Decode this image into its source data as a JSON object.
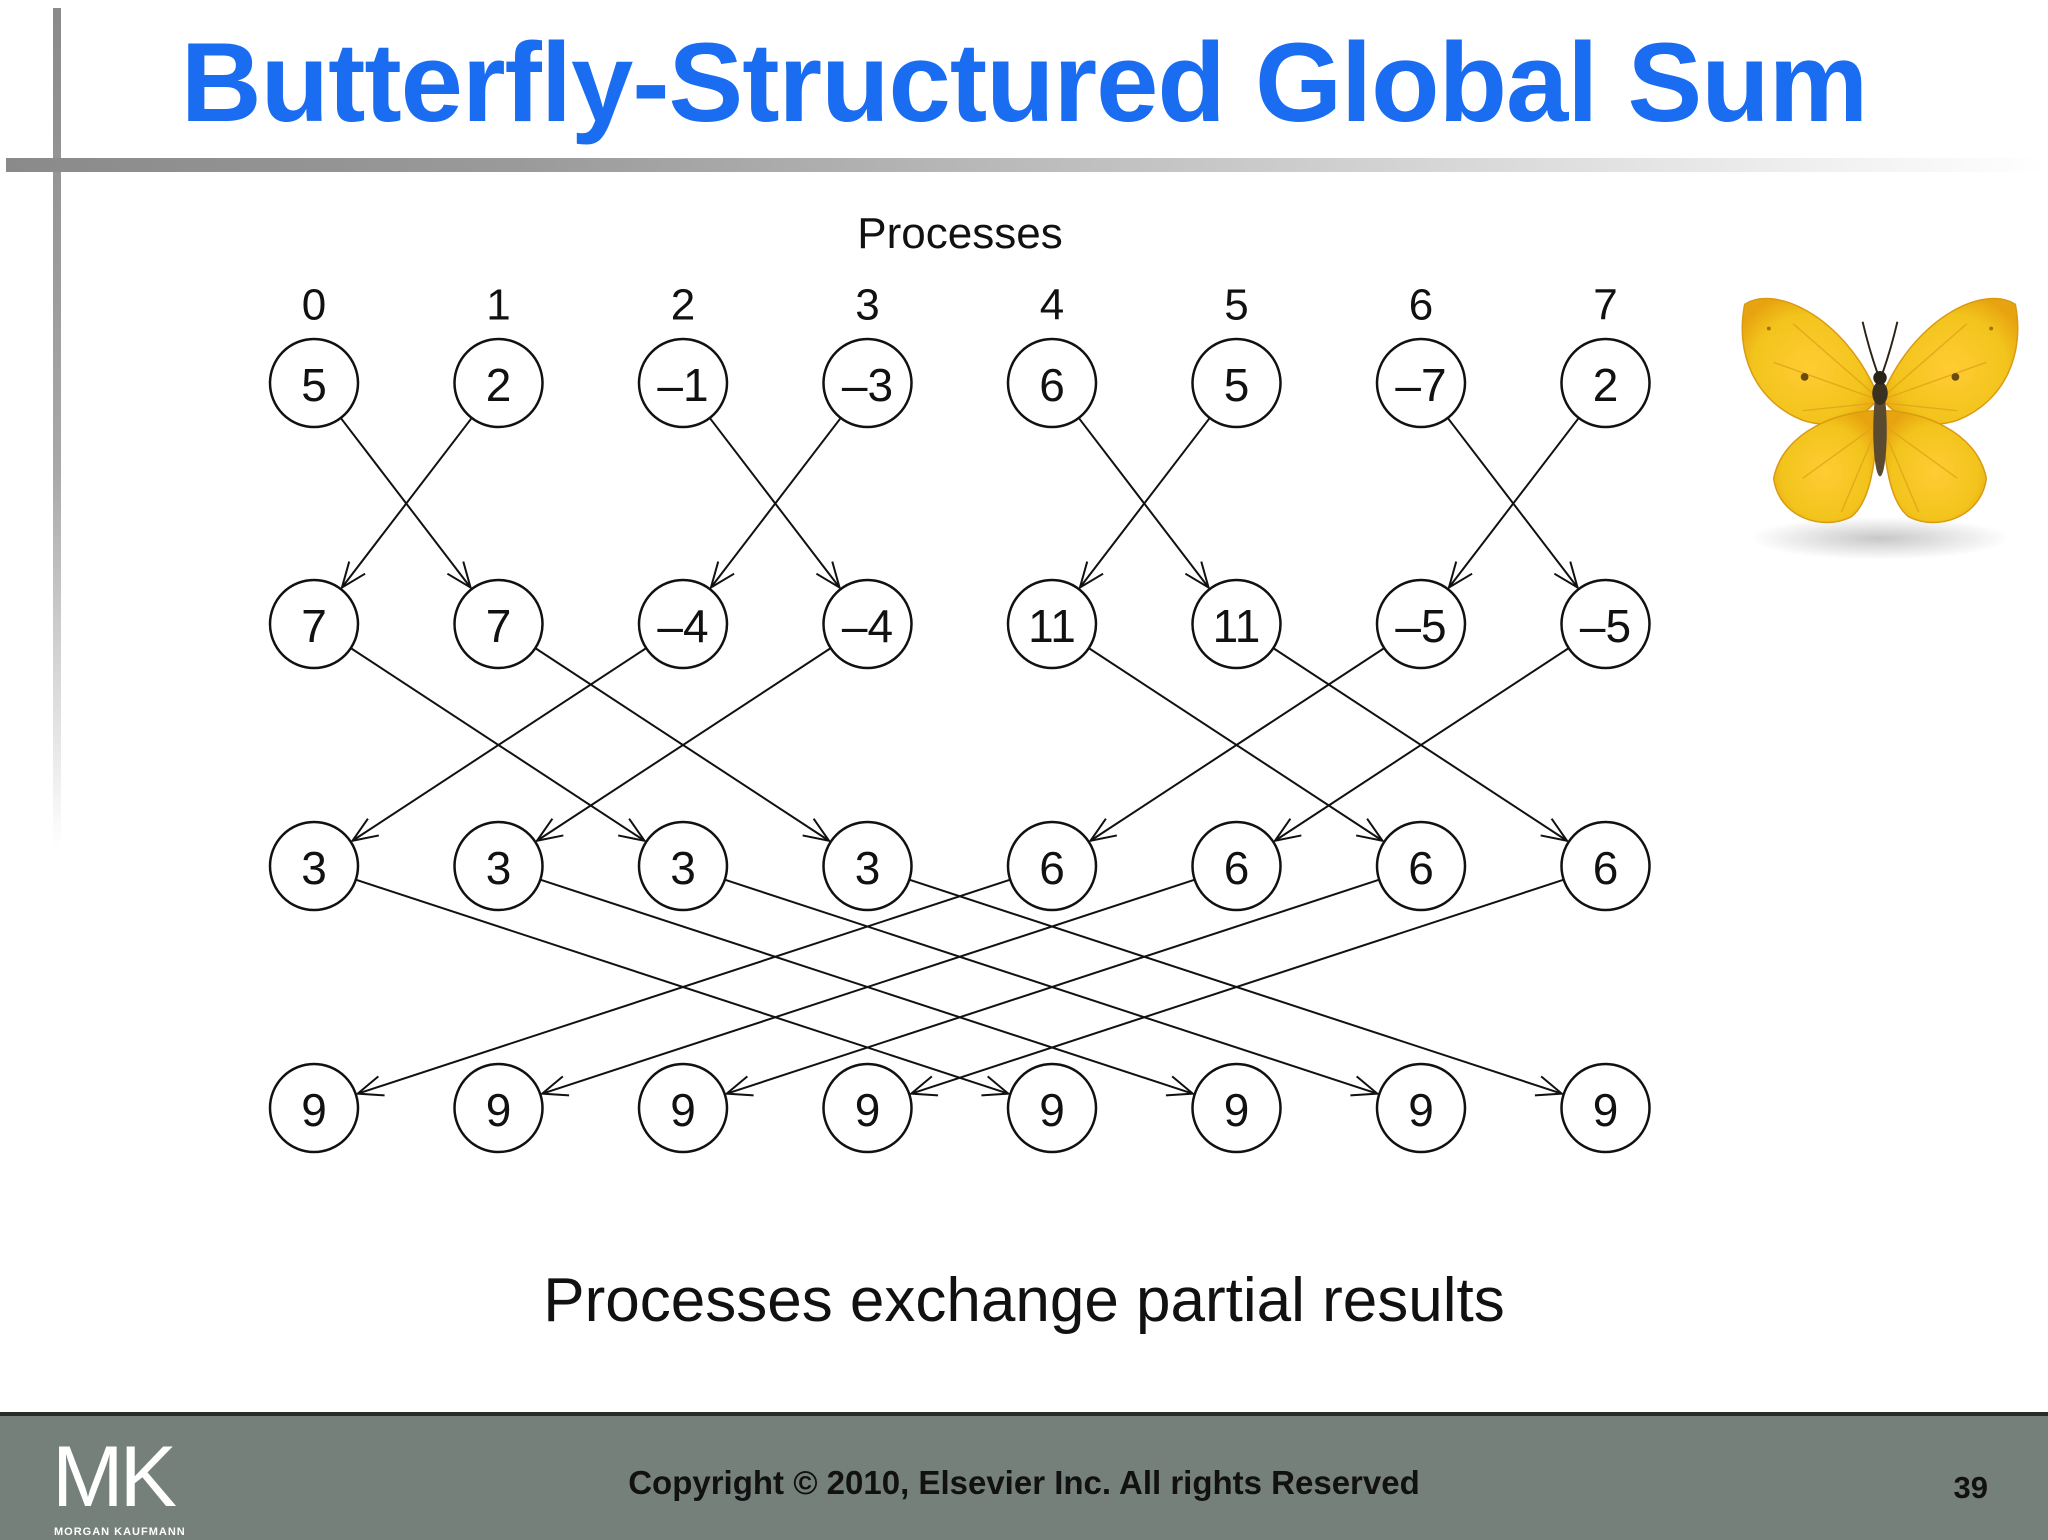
{
  "slide": {
    "title": "Butterfly-Structured Global Sum",
    "caption": "Processes exchange partial results"
  },
  "diagram": {
    "axis_label": "Processes",
    "process_ids": [
      "0",
      "1",
      "2",
      "3",
      "4",
      "5",
      "6",
      "7"
    ],
    "stages": [
      [
        "5",
        "2",
        "–1",
        "–3",
        "6",
        "5",
        "–7",
        "2"
      ],
      [
        "7",
        "7",
        "–4",
        "–4",
        "11",
        "11",
        "–5",
        "–5"
      ],
      [
        "3",
        "3",
        "3",
        "3",
        "6",
        "6",
        "6",
        "6"
      ],
      [
        "9",
        "9",
        "9",
        "9",
        "9",
        "9",
        "9",
        "9"
      ]
    ],
    "exchange_distances": [
      1,
      2,
      4
    ]
  },
  "footer": {
    "logo_letters": "MK",
    "logo_subtext": "MORGAN KAUFMANN",
    "copyright": "Copyright © 2010, Elsevier Inc. All rights Reserved",
    "page_number": "39"
  },
  "colors": {
    "title": "#1a6cf0",
    "footer_bg": "#76807b",
    "ink": "#111111",
    "butterfly_wing": "#f2c41c"
  },
  "icons": {
    "butterfly": "butterfly-icon"
  }
}
